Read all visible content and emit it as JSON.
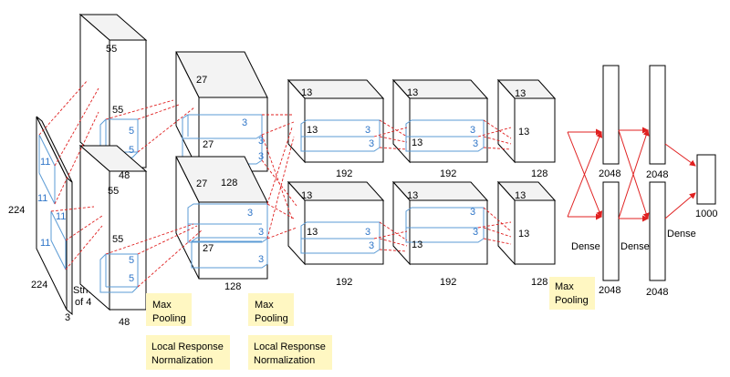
{
  "labels": {
    "input_h": "224",
    "input_w": "224",
    "input_d": "3",
    "stride_line1": "Stride",
    "stride_line2": "of 4",
    "kernel_11": "11",
    "c1_h": "55",
    "c1_w": "55",
    "c1_d": "48",
    "kernel_5": "5",
    "c2_h": "27",
    "c2_w": "27",
    "c2_d": "128",
    "kernel_3": "3",
    "c3_h": "13",
    "c3_d": "192",
    "c4_d": "192",
    "c5_d": "128",
    "fc_2048": "2048",
    "fc_1000": "1000",
    "dense": "Dense"
  },
  "notes": {
    "max_pooling": [
      "Max",
      "Pooling"
    ],
    "lrn": [
      "Local Response",
      "Normalization"
    ]
  },
  "colors": {
    "arrows": "#e02020",
    "kernels": "#5b9bd5",
    "kernel_text": "#2e75c8",
    "note_bg": "#fff7c2"
  }
}
